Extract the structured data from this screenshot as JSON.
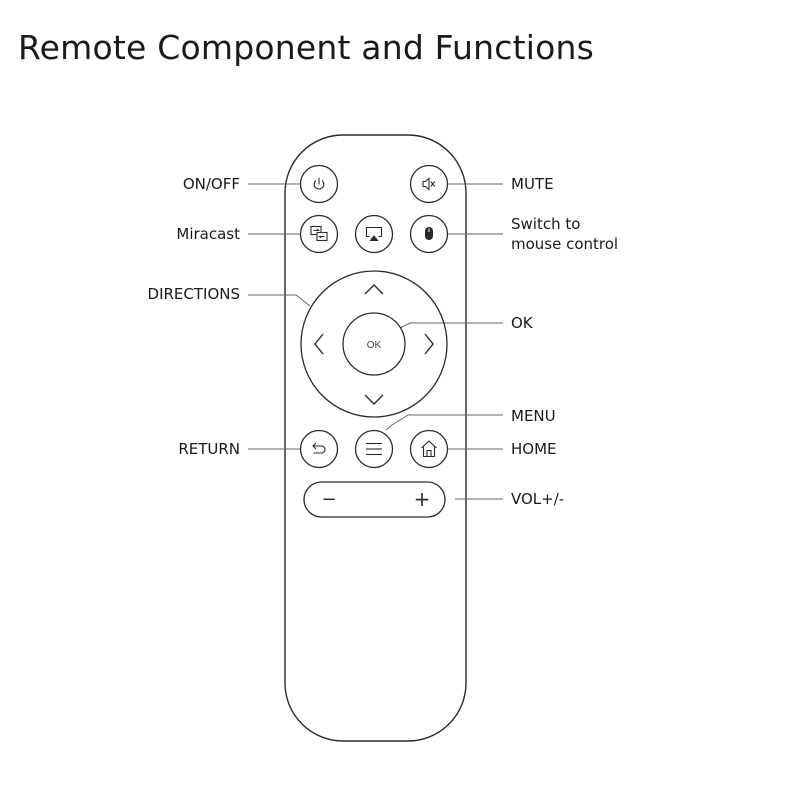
{
  "title": "Remote Component and Functions",
  "labels": {
    "on_off": "ON/OFF",
    "miracast": "Miracast",
    "directions": "DIRECTIONS",
    "return": "RETURN",
    "mute": "MUTE",
    "switch_mouse_line1": "Switch to",
    "switch_mouse_line2": "mouse control",
    "ok": "OK",
    "menu": "MENU",
    "home": "HOME",
    "vol": "VOL+/-"
  },
  "buttons": {
    "ok_text": "OK",
    "vol_minus": "−",
    "vol_plus": "+"
  },
  "colors": {
    "stroke": "#2b2b2b",
    "leader": "#555555",
    "text": "#1a1a1a",
    "background": "#ffffff"
  }
}
